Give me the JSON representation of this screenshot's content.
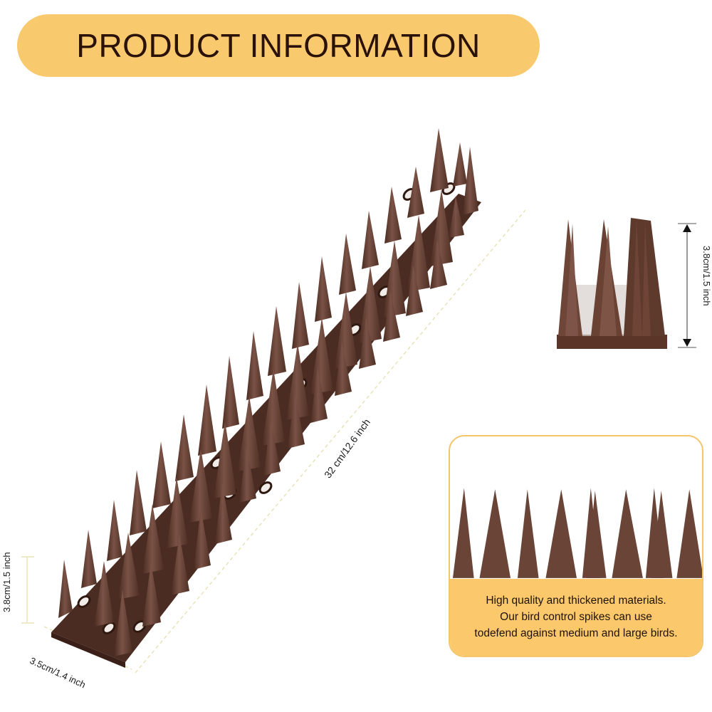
{
  "header": {
    "title": "PRODUCT INFORMATION",
    "pill_color": "#f9c96e",
    "text_color": "#2a1208"
  },
  "product": {
    "name": "bird control spikes strip",
    "color": "#5e3a2c"
  },
  "dimensions": {
    "length": "32 cm/12.6 inch",
    "width": "3.5cm/1.4 inch",
    "height_main": "3.8cm/1.5 inch",
    "height_side": "3.8cm/1.5 inch"
  },
  "feature_card": {
    "lines": [
      "High quality and thickened materials.",
      "Our bird control spikes can use",
      "todefend against medium and large birds."
    ],
    "border_color": "#f4c56a",
    "band_color": "#fbc96c"
  }
}
